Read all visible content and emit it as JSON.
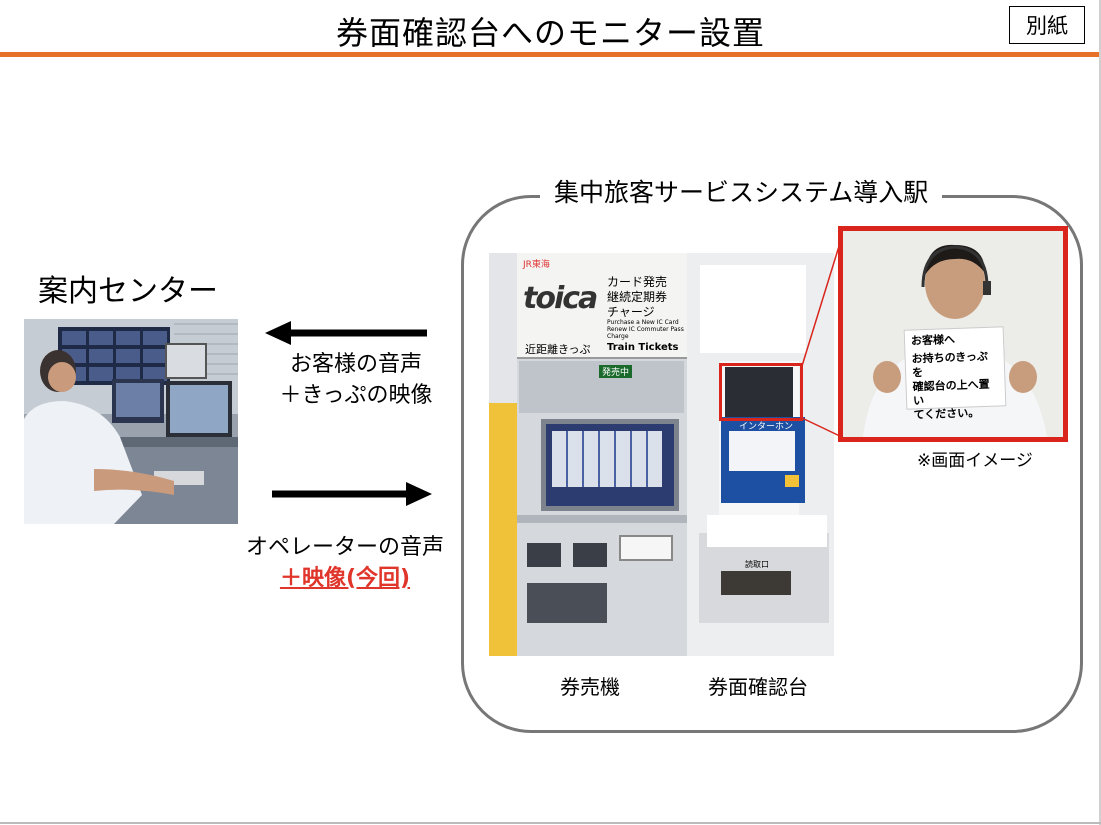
{
  "header": {
    "title": "券面確認台へのモニター設置",
    "badge": "別紙"
  },
  "left": {
    "center_label": "案内センター"
  },
  "arrows": {
    "top_line1": "お客様の音声",
    "top_line2": "＋きっぷの映像",
    "bottom_line1": "オペレーターの音声",
    "bottom_line2": "＋映像(今回)"
  },
  "station": {
    "title": "集中旅客サービスシステム導入駅",
    "machine_caption": "券売機",
    "desk_caption": "券面確認台",
    "image_note": "※画面イメージ"
  },
  "machine_panel": {
    "brand": "JR東海",
    "logo": "toica",
    "menu_line1": "カード発売",
    "menu_line2": "継続定期券",
    "menu_line3": "チャージ",
    "menu_en1": "Purchase a New IC Card",
    "menu_en2": "Renew IC Commuter Pass",
    "menu_en3": "Charge",
    "lower_left": "近距離きっぷ",
    "lower_right": "Train Tickets",
    "status": "発売中",
    "intercom": "インターホン",
    "slot_label": "読取口"
  },
  "monitor_sign": {
    "line1": "お客様へ",
    "line2": "お持ちのきっぷを",
    "line3": "確認台の上へ置い",
    "line4": "てください。"
  },
  "colors": {
    "accent_rule": "#e8712a",
    "highlight": "#e0352a",
    "frame_red": "#d9251c"
  }
}
